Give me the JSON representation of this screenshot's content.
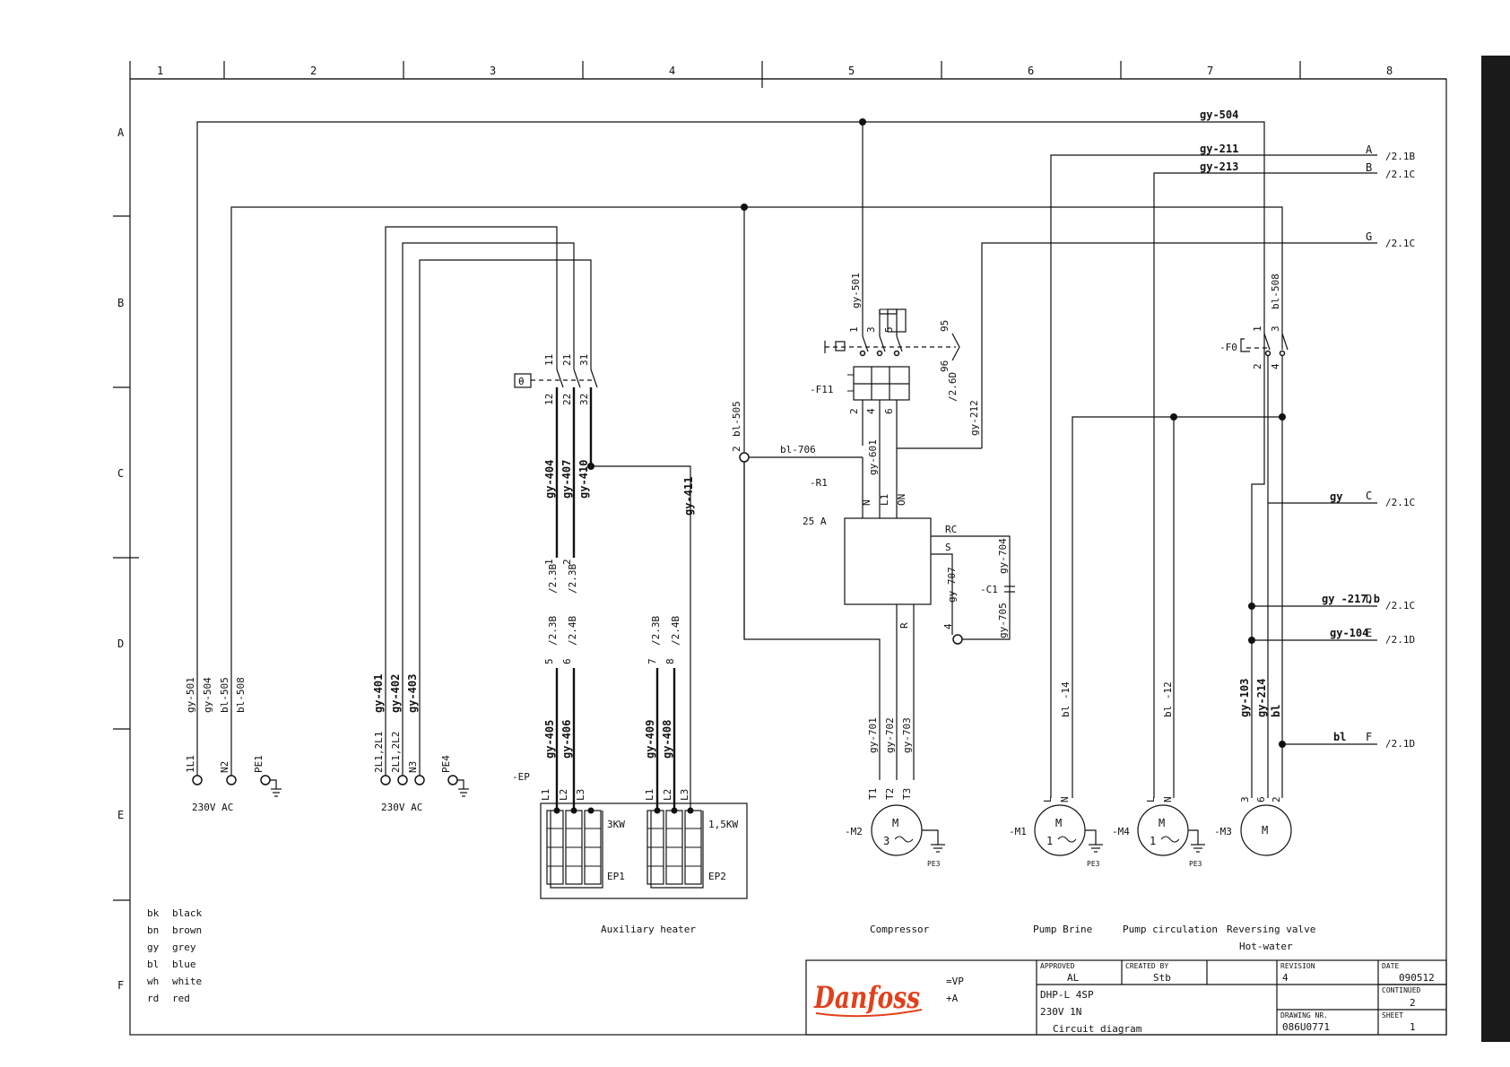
{
  "sheet": {
    "columns": [
      "1",
      "2",
      "3",
      "4",
      "5",
      "6",
      "7",
      "8"
    ],
    "rows": [
      "A",
      "B",
      "C",
      "D",
      "E",
      "F"
    ]
  },
  "wires": {
    "gy504_top": "gy-504",
    "gy211": "gy-211",
    "gy213": "gy-213",
    "gy501": "gy-501",
    "bl508": "bl-508",
    "bl505": "bl-505",
    "bl706": "bl-706",
    "gy601": "gy-601",
    "gy212": "gy-212",
    "gy404": "gy-404",
    "gy407": "gy-407",
    "gy410": "gy-410",
    "gy411": "gy-411",
    "gy707": "gy-707",
    "gy704": "gy-704",
    "gy705": "gy-705",
    "gy701": "gy-701",
    "gy702": "gy-702",
    "gy703": "gy-703",
    "gy405": "gy-405",
    "gy406": "gy-406",
    "gy409": "gy-409",
    "gy408": "gy-408",
    "gy501b": "gy-501",
    "gy504b": "gy-504",
    "bl505b": "bl-505",
    "bl508b": "bl-508",
    "gy401": "gy-401",
    "gy402": "gy-402",
    "gy403": "gy-403",
    "bl14": "bl -14",
    "bl12": "bl -12",
    "gy103": "gy-103",
    "gy214": "gy-214",
    "bl_m3": "bl",
    "gy_c": "gy",
    "gy217": "gy -217,b",
    "gy104": "gy-104",
    "bl_f": "bl"
  },
  "references": {
    "A": "A",
    "A_ref": "/2.1B",
    "B": "B",
    "B_ref": "/2.1C",
    "G": "G",
    "G_ref": "/2.1C",
    "C": "C",
    "C_ref": "/2.1C",
    "D": "D",
    "D_ref": "/2.1C",
    "E": "E",
    "E_ref": "/2.1D",
    "F": "F",
    "F_ref": "/2.1D",
    "r23b_1": "/2.3B",
    "r23b_2": "/2.3B",
    "r23b_3": "/2.3B",
    "r24b_1": "/2.4B",
    "r23b_4": "/2.3B",
    "r24b_2": "/2.4B",
    "r26d": "/2.6D"
  },
  "components": {
    "f11": "-F11",
    "f0": "-F0",
    "r1": "-R1",
    "r1_rating": "25 A",
    "c1": "-C1",
    "ep": "-EP",
    "ep1": "EP1",
    "ep2": "EP2",
    "ep1_power": "3KW",
    "ep2_power": "1,5KW",
    "m2": "-M2",
    "m1": "-M1",
    "m4": "-M4",
    "m3": "-M3",
    "motor_m": "M",
    "m3phase": "3",
    "m1phase": "1",
    "pe3": "PE3",
    "rc": "RC",
    "s": "S",
    "r": "R",
    "n": "N",
    "l1": "L1",
    "on": "ON",
    "theta": "θ"
  },
  "terminals": {
    "t1l1": "1L1",
    "tn2": "N2",
    "tpe1": "PE1",
    "t2l1": "2L1,2L1",
    "t2l2": "2L1,2L2",
    "tn3": "N3",
    "tpe4": "PE4",
    "supply1": "230V AC",
    "supply2": "230V AC"
  },
  "captions": {
    "aux_heater": "Auxiliary heater",
    "compressor": "Compressor",
    "pump_brine": "Pump Brine",
    "pump_circ": "Pump circulation",
    "rev_valve": "Reversing valve",
    "hot_water": "Hot-water"
  },
  "legend": [
    {
      "code": "bk",
      "name": "black"
    },
    {
      "code": "bn",
      "name": "brown"
    },
    {
      "code": "gy",
      "name": "grey"
    },
    {
      "code": "bl",
      "name": "blue"
    },
    {
      "code": "wh",
      "name": "white"
    },
    {
      "code": "rd",
      "name": "red"
    }
  ],
  "title_block": {
    "logo_text": "Danfoss",
    "vp": "=VP",
    "plus_a": "+A",
    "approved_label": "APPROVED",
    "approved": "AL",
    "created_label": "CREATED BY",
    "created": "Stb",
    "revision_label": "REVISION",
    "revision": "4",
    "date_label": "DATE",
    "date": "090512",
    "continued_label": "CONTINUED",
    "continued": "2",
    "drawing_label": "DRAWING NR.",
    "drawing": "086U0771",
    "sheet_label": "SHEET",
    "sheet": "1",
    "model": "DHP-L 4SP",
    "voltage": "230V 1N",
    "doc_type": "Circuit diagram"
  }
}
